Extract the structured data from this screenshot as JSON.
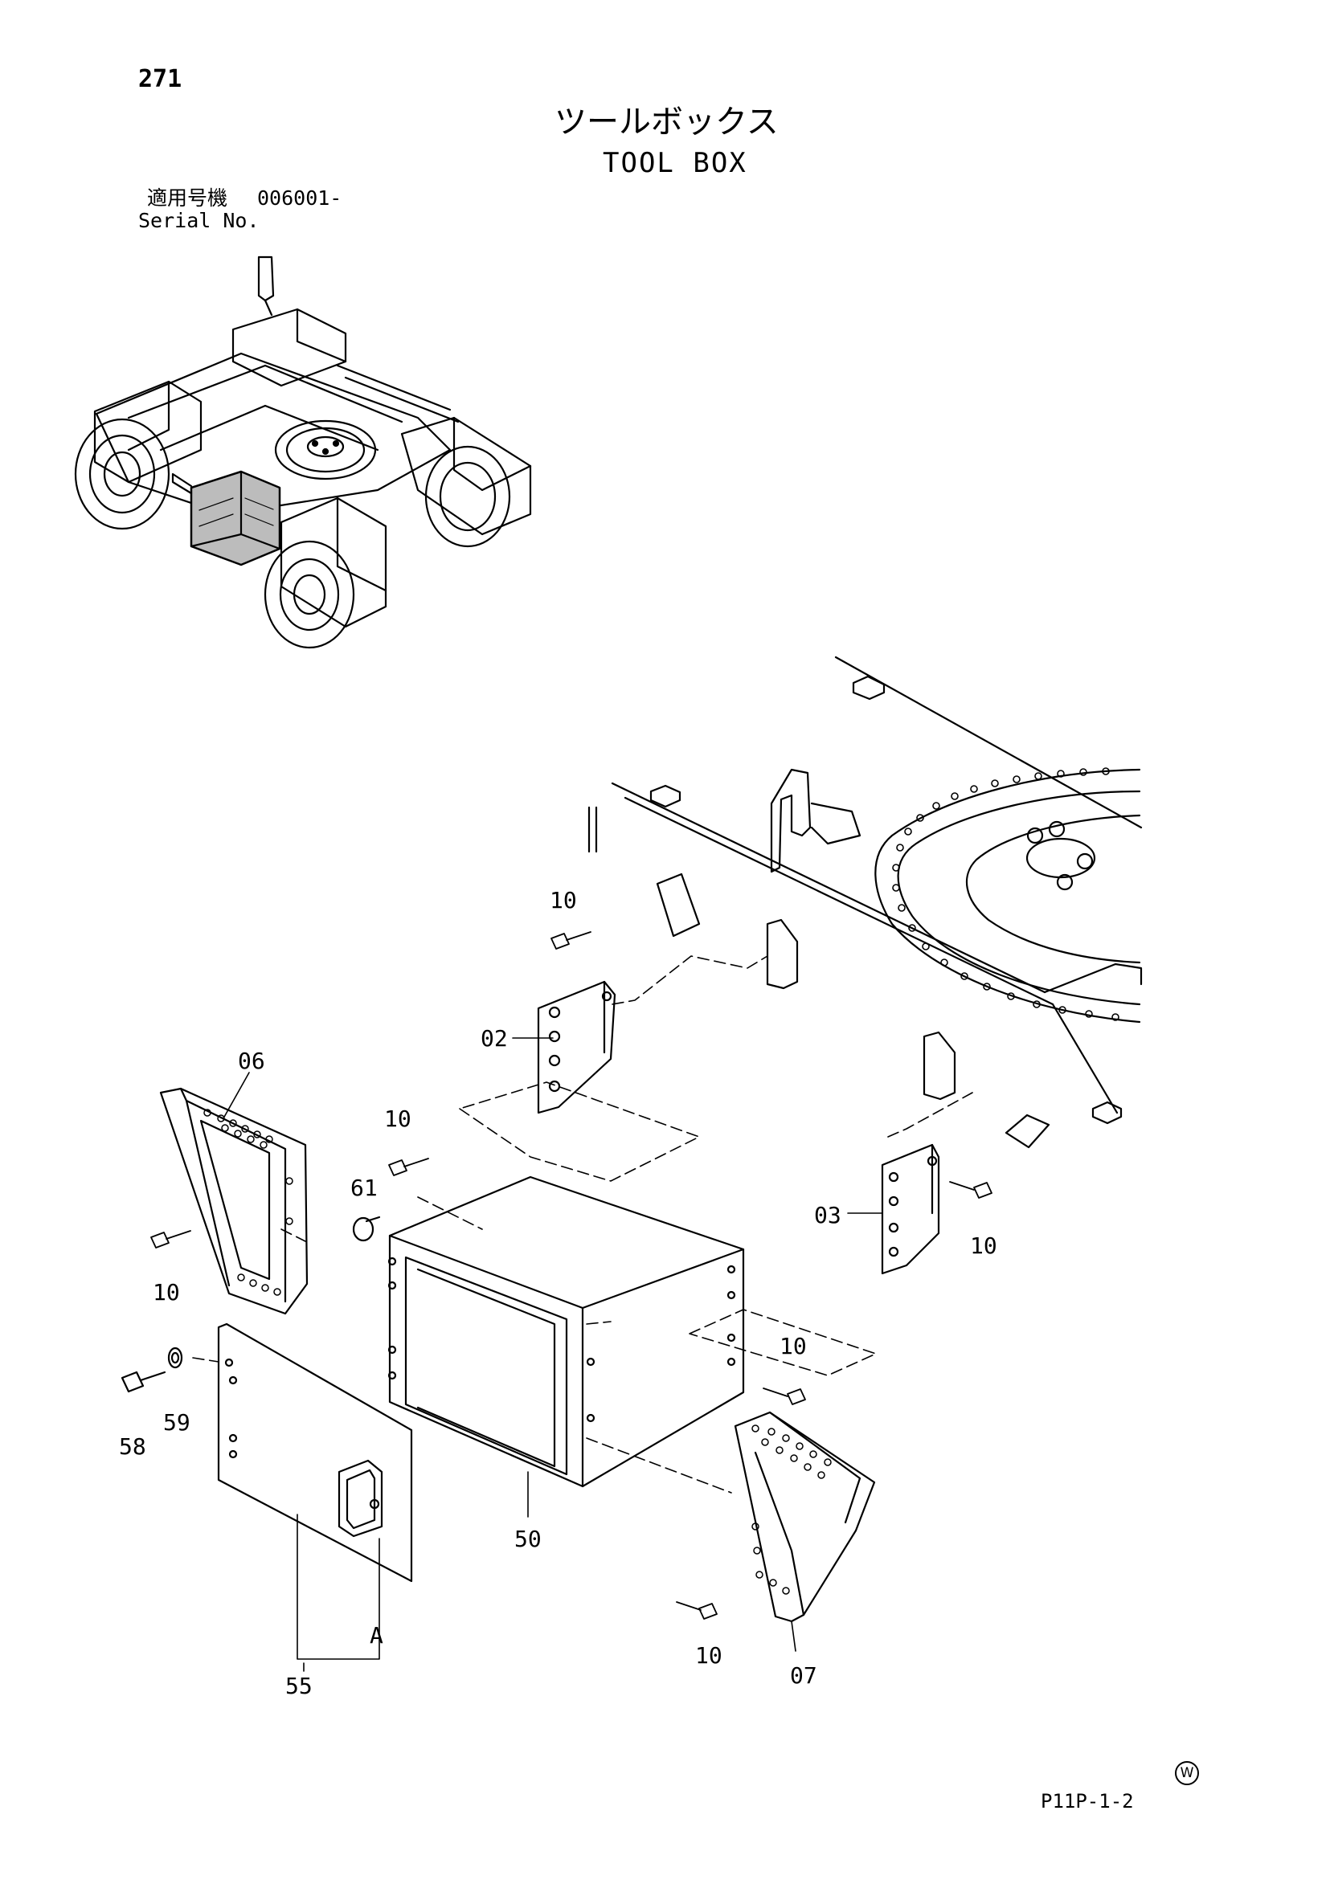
{
  "header": {
    "page_number": "271",
    "title_jp": "ツールボックス",
    "title_en": "TOOL BOX",
    "serial_label_jp": "適用号機",
    "serial_value": "006001-",
    "serial_label_en": "Serial No."
  },
  "footer": {
    "page_code": "P11P-1-2",
    "mark": "W"
  },
  "callouts": {
    "c02": "02",
    "c03": "03",
    "c06": "06",
    "c07": "07",
    "c10a": "10",
    "c10b": "10",
    "c10c": "10",
    "c10d": "10",
    "c10e": "10",
    "c10f": "10",
    "c50": "50",
    "c55": "55",
    "c58": "58",
    "c59": "59",
    "c61": "61",
    "cA": "A"
  }
}
